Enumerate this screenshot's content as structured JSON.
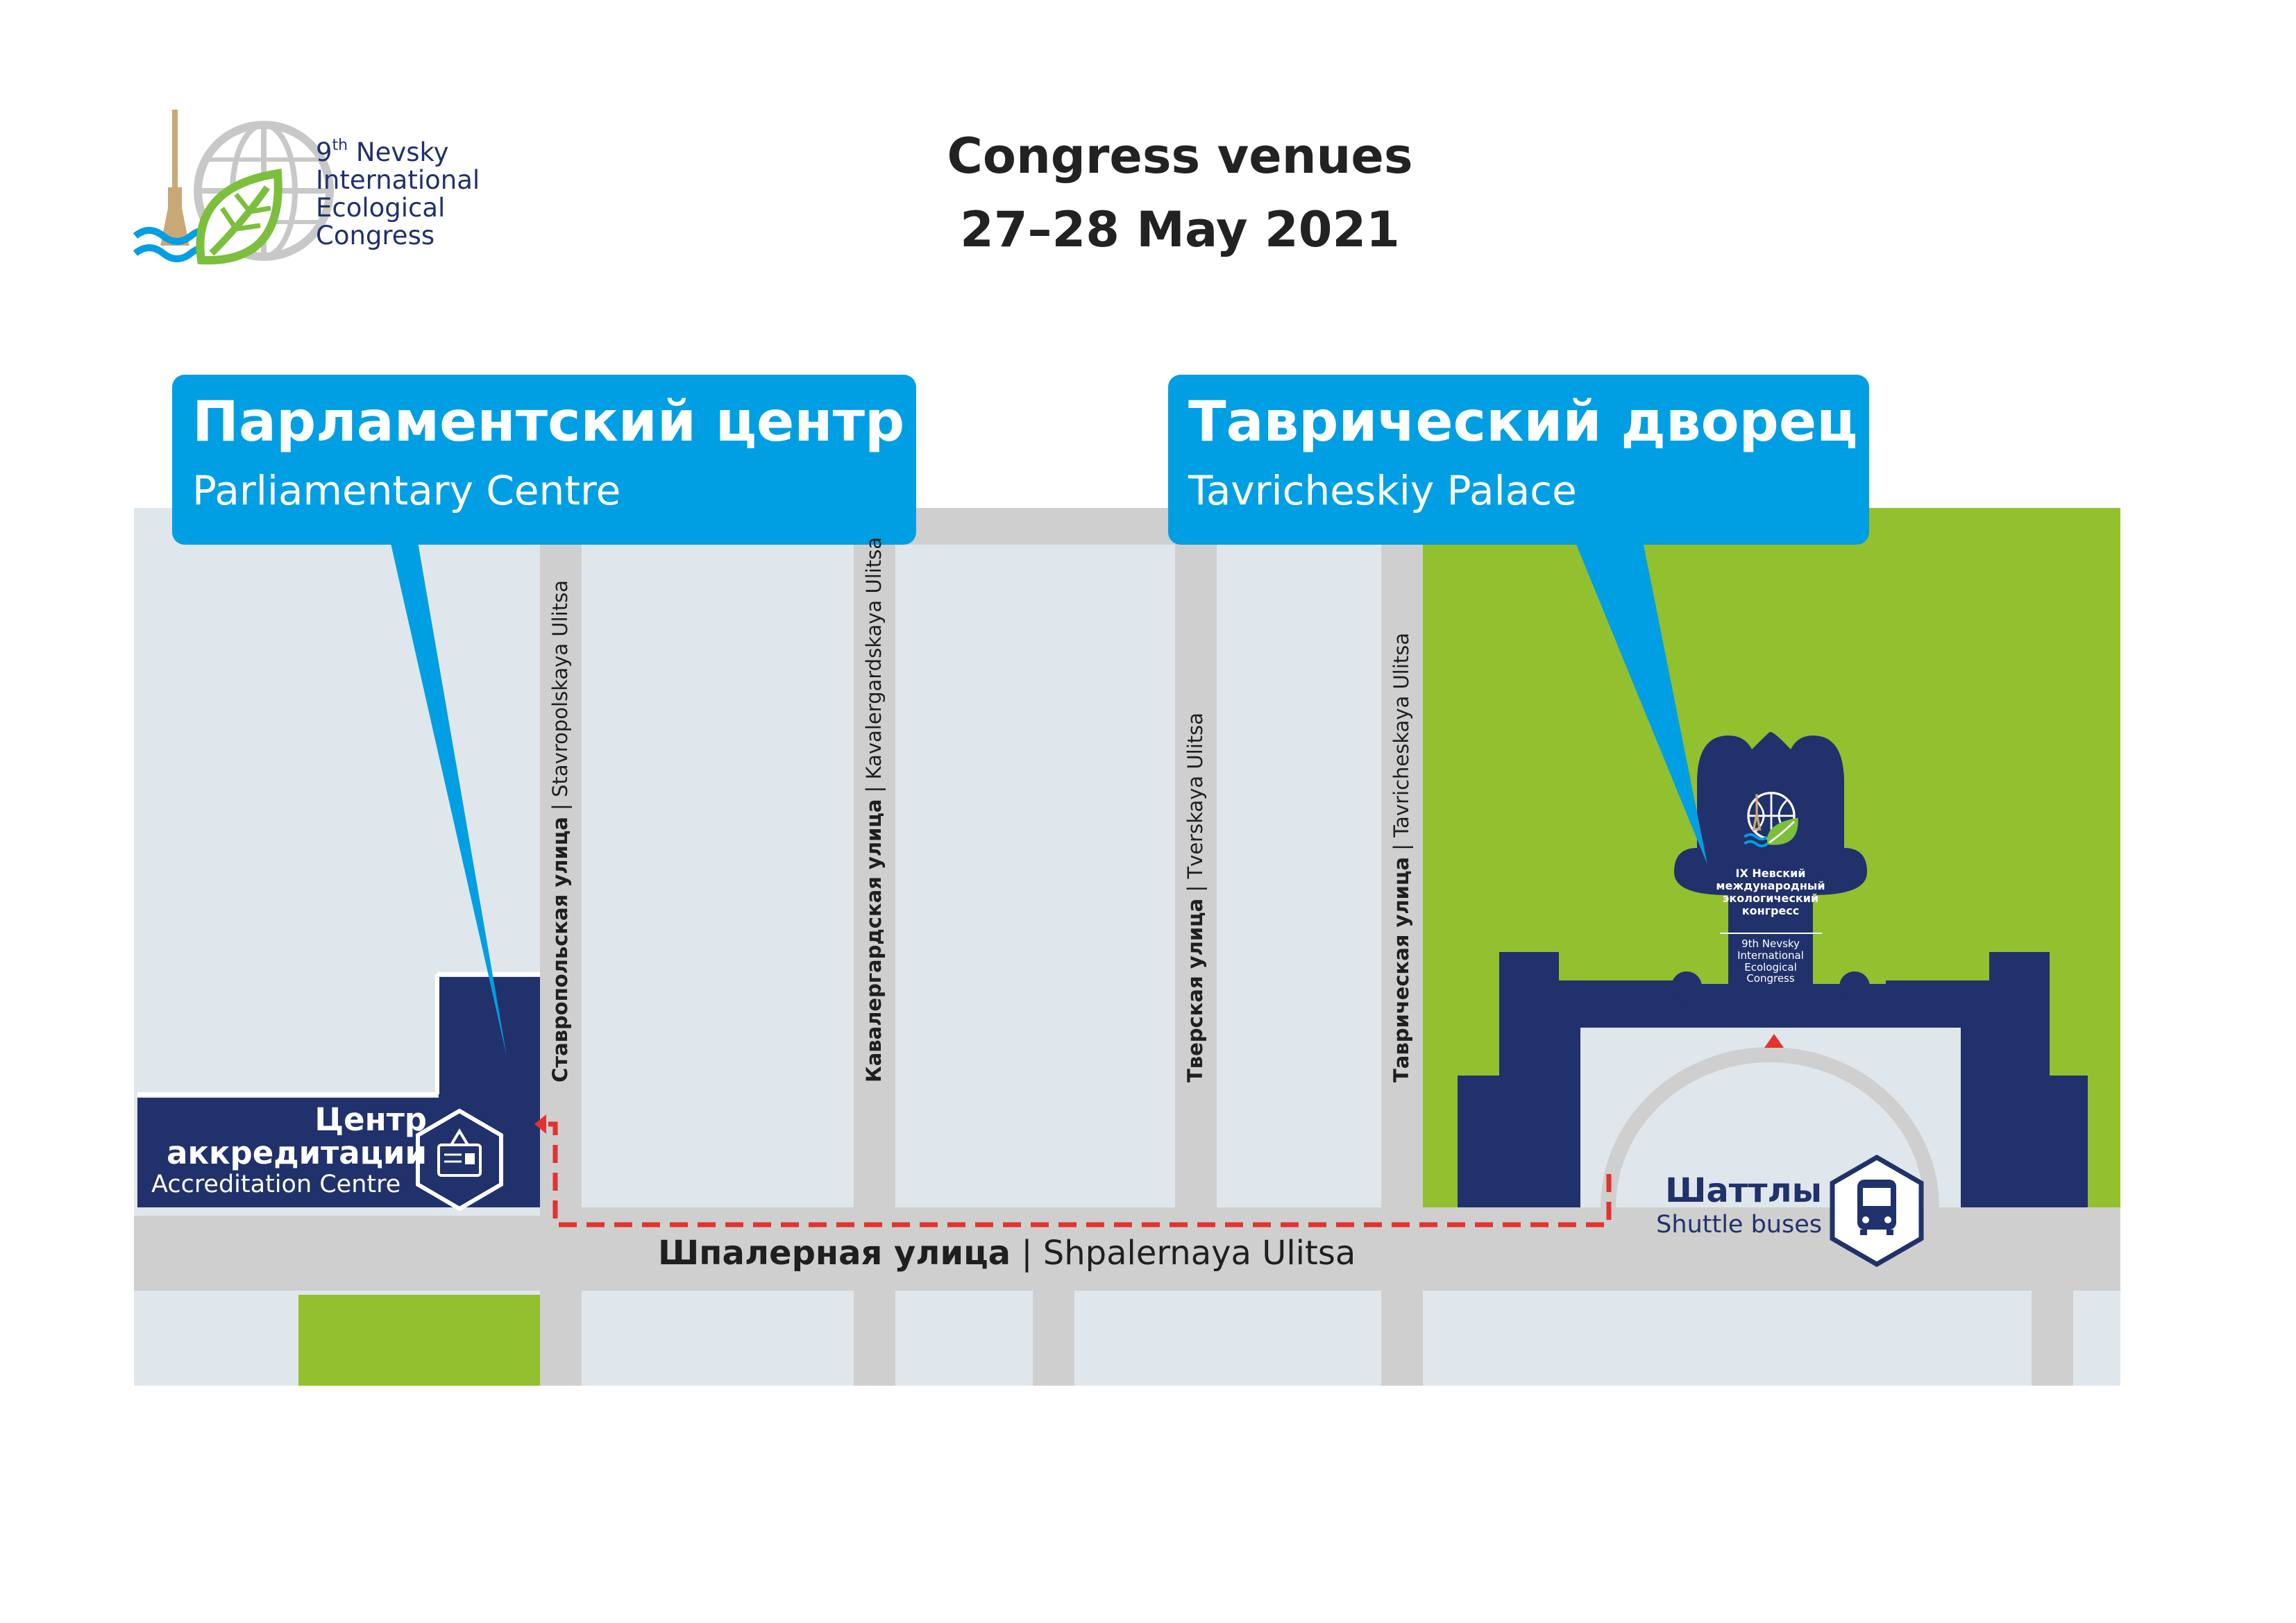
{
  "header": {
    "title_line1": "Congress venues",
    "title_line2": "27–28  May 2021"
  },
  "logo": {
    "ordinal": "9",
    "ordinal_suffix": "th",
    "line1_rest": " Nevsky",
    "line2": "International",
    "line3": "Ecological",
    "line4": "Congress",
    "icon": "spire-globe-leaf-logo-icon"
  },
  "venues": {
    "parliamentary": {
      "name_ru": "Парламентский центр",
      "name_en": "Parliamentary Centre"
    },
    "tavrichesky": {
      "name_ru": "Таврический дворец",
      "name_en": "Tavricheskiy Palace"
    }
  },
  "streets": {
    "stavropolskaya": {
      "ru": "Ставропольская улица",
      "sep": " | ",
      "en": "Stavropolskaya Ulitsa"
    },
    "kavalergardskaya": {
      "ru": "Кавалергардская улица",
      "sep": " | ",
      "en": "Kavalergardskaya Ulitsa"
    },
    "tverskaya": {
      "ru": "Тверская улица",
      "sep": " | ",
      "en": "Tverskaya Ulitsa"
    },
    "tavricheskaya": {
      "ru": "Таврическая улица",
      "sep": " | ",
      "en": "Tavricheskaya Ulitsa"
    },
    "shpalernaya": {
      "ru": "Шпалерная улица",
      "sep": " | ",
      "en": "Shpalernaya Ulitsa"
    }
  },
  "accreditation": {
    "name_ru_line1": "Центр",
    "name_ru_line2": "аккредитации",
    "name_en": "Accreditation Centre",
    "icon": "badge-id-card-icon"
  },
  "shuttle": {
    "name_ru": "Шаттлы",
    "name_en": "Shuttle buses",
    "icon": "bus-icon"
  },
  "palace_sign": {
    "ru_line1": "IX Невский",
    "ru_line2": "международный",
    "ru_line3": "экологический",
    "ru_line4": "конгресс",
    "en_line1": "9th Nevsky",
    "en_line2": "International",
    "en_line3": "Ecological",
    "en_line4": "Congress"
  },
  "colors": {
    "block": "#e0e7ec",
    "road": "#cfcfcf",
    "park": "#93c02e",
    "building": "#21316b",
    "callout": "#009fe3",
    "route": "#e3322f"
  }
}
